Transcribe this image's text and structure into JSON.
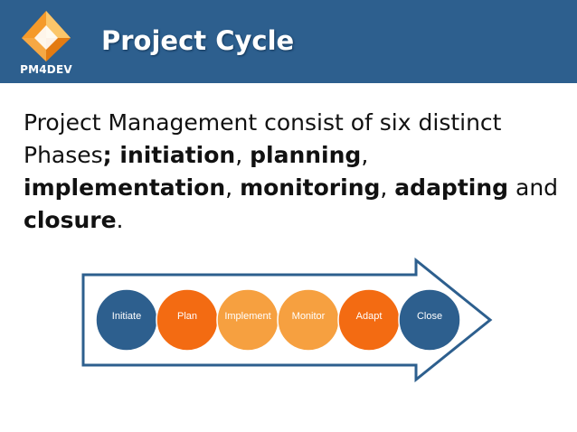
{
  "header": {
    "logo_text": "PM4DEV",
    "title": "Project Cycle"
  },
  "body": {
    "segments": [
      {
        "text": "Project Management consist of six distinct Phases",
        "bold": false
      },
      {
        "text": "; initiation",
        "bold": true
      },
      {
        "text": ", ",
        "bold": false
      },
      {
        "text": "planning",
        "bold": true
      },
      {
        "text": ", ",
        "bold": false
      },
      {
        "text": "implementation",
        "bold": true
      },
      {
        "text": ", ",
        "bold": false
      },
      {
        "text": "monitoring",
        "bold": true
      },
      {
        "text": ", ",
        "bold": false
      },
      {
        "text": "adapting",
        "bold": true
      },
      {
        "text": " and ",
        "bold": false
      },
      {
        "text": "closure",
        "bold": true
      },
      {
        "text": ".",
        "bold": false
      }
    ]
  },
  "diagram": {
    "phases": [
      {
        "label": "Initiate",
        "color": "#2d5f8e"
      },
      {
        "label": "Plan",
        "color": "#f36b12"
      },
      {
        "label": "Implement",
        "color": "#f6a040"
      },
      {
        "label": "Monitor",
        "color": "#f6a040"
      },
      {
        "label": "Adapt",
        "color": "#f36b12"
      },
      {
        "label": "Close",
        "color": "#2d5f8e"
      }
    ],
    "arrow_color": "#2d5f8e"
  }
}
